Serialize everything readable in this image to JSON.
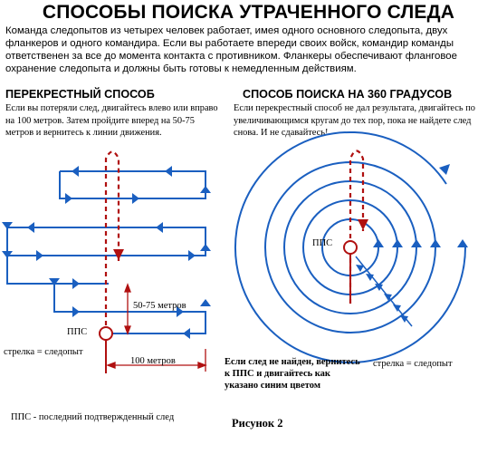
{
  "title": "СПОСОБЫ ПОИСКА УТРАЧЕННОГО СЛЕДА",
  "intro": "Команда следопытов из четырех человек работает, имея одного основного следопыта, двух фланкеров и одного командира. Если вы работаете впереди своих войск, командир команды ответственен за все до момента контакта с противником. Фланкеры обеспечивают фланговое охранение следопытa и должны быть готовы к немедленным действиям.",
  "cross_method": {
    "heading": "ПЕРЕКРЕСТНЫЙ СПОСОБ",
    "description": "Если вы потеряли след, двигайтесь влево или вправо на 100 метров. Затем пройдите вперед на 50-75 метров и вернитесь к линии движения.",
    "pps_label": "ППС",
    "legend": "стрелка = следопыт",
    "distance_vertical": "50-75 метров",
    "distance_horizontal": "100 метров"
  },
  "circle_method": {
    "heading": "СПОСОБ ПОИСКА НА 360 ГРАДУСОВ",
    "description": "Если перекрестный способ не дал результата, двигайтесь по увеличивающимся кругам до тех пор, пока не найдете след снова. И не сдавайтесь!",
    "pps_label": "ППС",
    "legend": "стрелка = следопыт",
    "advice": "Если след не найден, вернитесь к ППС и двигайтесь как указано синим цветом"
  },
  "footnote": "ППС - последний подтвержденный след",
  "caption": "Рисунок 2",
  "colors": {
    "path": "#1a5fc0",
    "arrow": "#1a5fc0",
    "trail": "#b01010",
    "dim": "#b01010"
  }
}
